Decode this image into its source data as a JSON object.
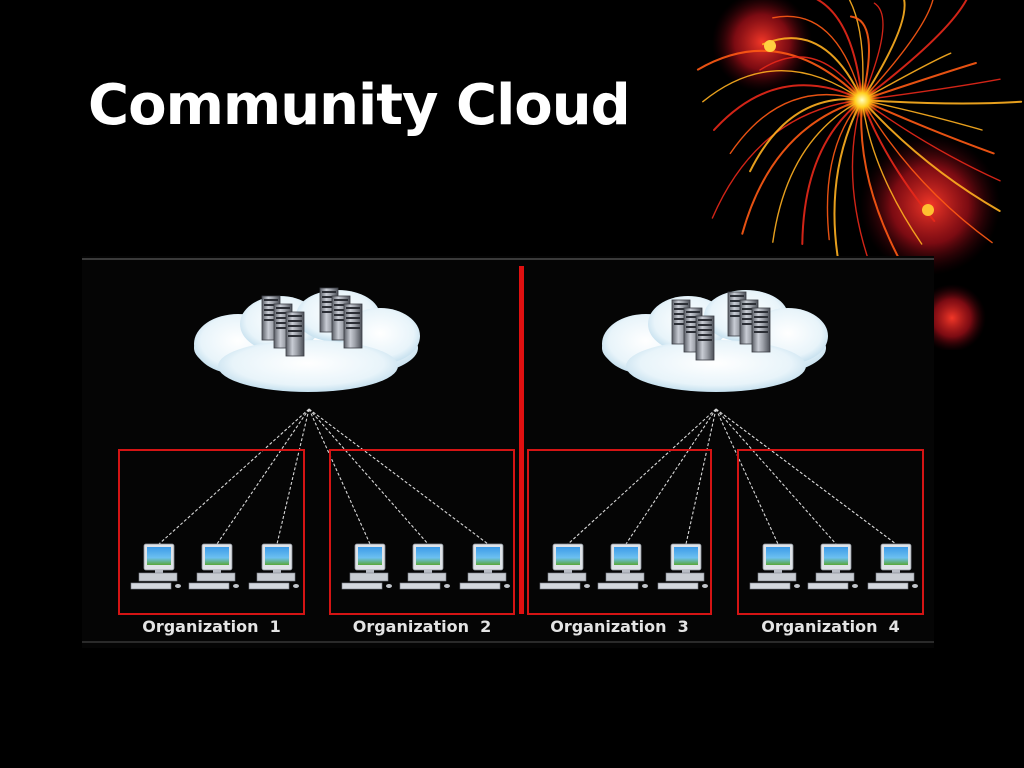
{
  "slide": {
    "title": "Community Cloud"
  },
  "diagram": {
    "organizations": [
      {
        "label": "Organization  1"
      },
      {
        "label": "Organization  2"
      },
      {
        "label": "Organization  3"
      },
      {
        "label": "Organization  4"
      }
    ],
    "colors": {
      "divider": "#e01010",
      "org_border": "#d41414",
      "link": "#d8d8d8",
      "panel": "#050505"
    }
  }
}
